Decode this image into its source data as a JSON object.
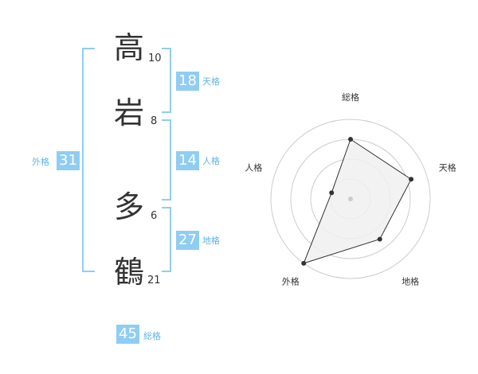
{
  "name": {
    "chars": [
      {
        "char": "高",
        "strokes": "10"
      },
      {
        "char": "岩",
        "strokes": "8"
      },
      {
        "char": "多",
        "strokes": "6"
      },
      {
        "char": "鶴",
        "strokes": "21"
      }
    ]
  },
  "kakusu": {
    "tenkaku": {
      "value": "18",
      "label": "天格"
    },
    "jinkaku": {
      "value": "14",
      "label": "人格"
    },
    "chikaku": {
      "value": "27",
      "label": "地格"
    },
    "gaikaku": {
      "value": "31",
      "label": "外格"
    },
    "soukaku": {
      "value": "45",
      "label": "総格"
    }
  },
  "chart_data": {
    "type": "radar",
    "axes": [
      "総格",
      "天格",
      "地格",
      "外格",
      "人格"
    ],
    "scale_max": 4,
    "rings": 4,
    "values": [
      3,
      3.2,
      2.5,
      4,
      1
    ],
    "colors": {
      "fill": "#f0f0f0",
      "line": "#333333",
      "grid": "#cccccc"
    }
  }
}
